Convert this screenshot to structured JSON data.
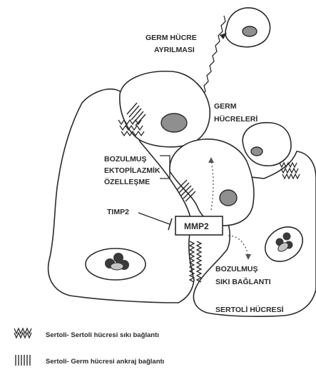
{
  "labels": {
    "germ_release_line1": "GERM HÜCRE",
    "germ_release_line2": "AYRILMASI",
    "germ_cells_line1": "GERM",
    "germ_cells_line2": "HÜCRELERİ",
    "ectoplasmic_line1": "BOZULMUŞ",
    "ectoplasmic_line2": "EKTOPİLAZMİK",
    "ectoplasmic_line3": "ÖZELLEŞME",
    "timp2": "TIMP2",
    "mmp2": "MMP2",
    "tight_junction_line1": "BOZULMUŞ",
    "tight_junction_line2": "SIKI BAĞLANTI",
    "sertoli_cell": "SERTOLİ HÜCRESİ"
  },
  "legend": {
    "sertoli_sertoli": "Sertoli- Sertoli hücresi sıkı bağlantı",
    "sertoli_germ": "Sertoli- Germ hücresi ankraj bağlantı"
  },
  "colors": {
    "line": "#2a2a2a",
    "nucleus": "#8f8f8f",
    "nucleus_light": "#c4c4c4"
  }
}
